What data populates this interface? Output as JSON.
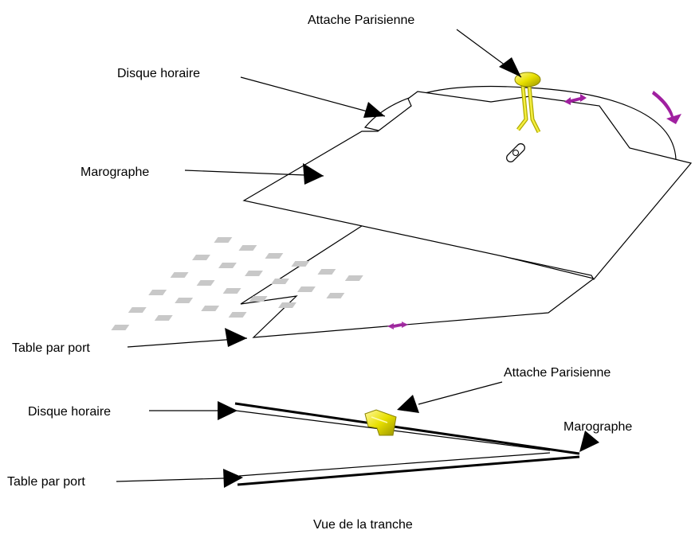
{
  "diagram": {
    "top_view": {
      "labels": {
        "attache": "Attache Parisienne",
        "disque": "Disque horaire",
        "marographe": "Marographe",
        "table": "Table par port"
      }
    },
    "side_view": {
      "labels": {
        "attache": "Attache Parisienne",
        "disque": "Disque horaire",
        "marographe": "Marographe",
        "table": "Table par port"
      },
      "caption": "Vue de la tranche"
    }
  },
  "colors": {
    "line": "#000000",
    "fastener": "#e8e000",
    "rotation_arrow": "#a020a0",
    "table_cells": "#c0c0c0"
  },
  "icons": [
    "attache-parisienne-icon",
    "rotation-arrow-icon",
    "slot-icon"
  ]
}
